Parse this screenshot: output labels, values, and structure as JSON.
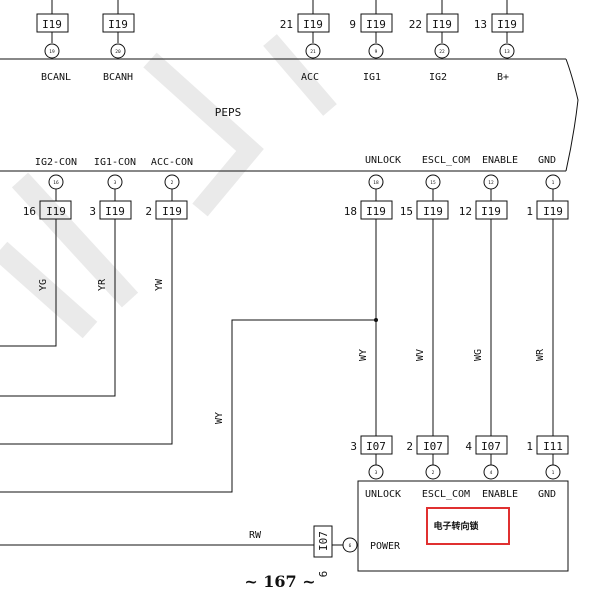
{
  "top_connectors": [
    {
      "pin": "",
      "conn": "I19",
      "label": "BCANL"
    },
    {
      "pin": "",
      "conn": "I19",
      "label": "BCANH"
    },
    {
      "pin": "21",
      "conn": "I19",
      "label": "ACC"
    },
    {
      "pin": "9",
      "conn": "I19",
      "label": "IG1"
    },
    {
      "pin": "22",
      "conn": "I19",
      "label": "IG2"
    },
    {
      "pin": "13",
      "conn": "I19",
      "label": "B+"
    }
  ],
  "top_pin_marks": [
    "19",
    "20",
    "21",
    "9",
    "22",
    "13"
  ],
  "module_title": "PEPS",
  "bottom_labels": [
    "IG2-CON",
    "IG1-CON",
    "ACC-CON",
    "UNLOCK",
    "ESCL_COM",
    "ENABLE",
    "GND"
  ],
  "bottom_pin_marks": [
    "16",
    "3",
    "2",
    "18",
    "15",
    "12",
    "1"
  ],
  "bottom_connectors": [
    {
      "pin": "16",
      "conn": "I19"
    },
    {
      "pin": "3",
      "conn": "I19"
    },
    {
      "pin": "2",
      "conn": "I19"
    },
    {
      "pin": "18",
      "conn": "I19"
    },
    {
      "pin": "15",
      "conn": "I19"
    },
    {
      "pin": "12",
      "conn": "I19"
    },
    {
      "pin": "1",
      "conn": "I19"
    }
  ],
  "wire_colors": [
    "YG",
    "YR",
    "YW",
    "WY",
    "WY",
    "WV",
    "WG",
    "WR",
    "RW"
  ],
  "escl_connectors": [
    {
      "pin": "3",
      "conn": "I07"
    },
    {
      "pin": "2",
      "conn": "I07"
    },
    {
      "pin": "4",
      "conn": "I07"
    },
    {
      "pin": "1",
      "conn": "I11"
    }
  ],
  "escl_pin_marks": [
    "3",
    "2",
    "4",
    "1"
  ],
  "escl_labels": [
    "UNLOCK",
    "ESCL_COM",
    "ENABLE",
    "GND"
  ],
  "escl_module_name": "电子转向锁",
  "power_label": "POWER",
  "power_connector": {
    "pin": "6",
    "conn": "I07"
  },
  "power_pin_mark": "6",
  "page_number": "~ 167 ~",
  "colors": {
    "line": "#111111",
    "highlight": "#e03030",
    "watermark": "#d9d9d9"
  }
}
